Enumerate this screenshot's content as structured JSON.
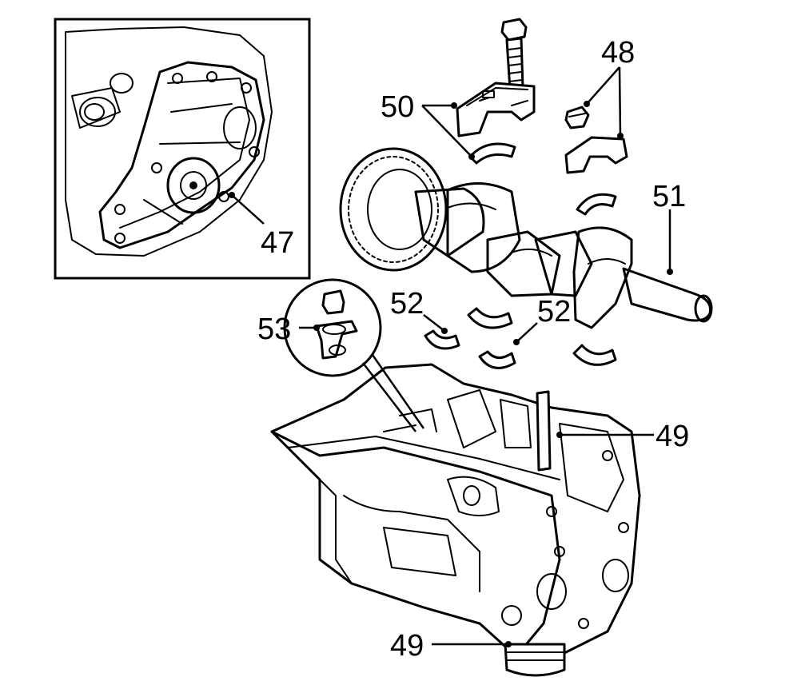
{
  "callouts": {
    "c47": "47",
    "c48": "48",
    "c49_top": "49",
    "c49_bottom": "49",
    "c50": "50",
    "c51": "51",
    "c52_left": "52",
    "c52_right": "52",
    "c53": "53"
  },
  "colors": {
    "ink": "#000000",
    "paper": "#ffffff"
  }
}
